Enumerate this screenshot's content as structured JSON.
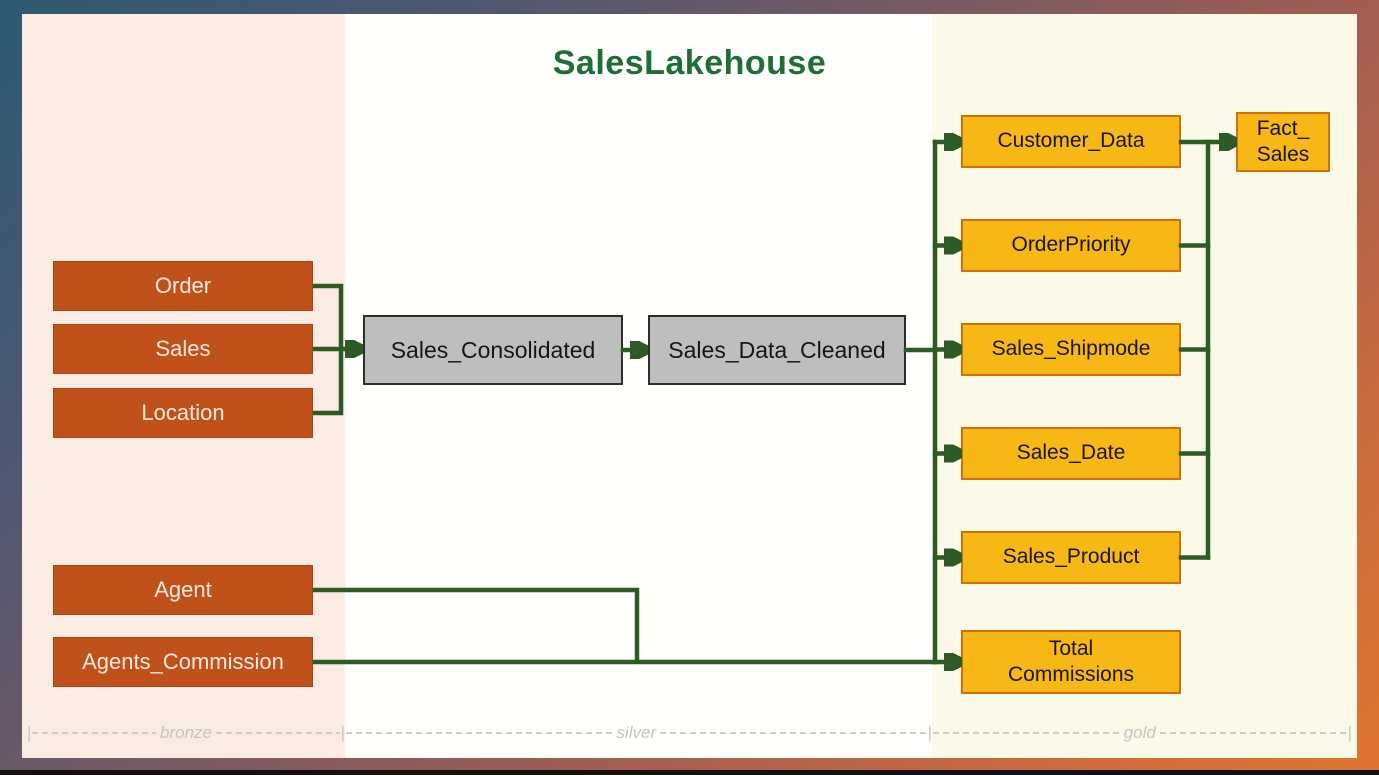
{
  "title": "SalesLakehouse",
  "layers": {
    "bronze": {
      "label": "bronze",
      "background": "#faece3",
      "box_color": "#c1511b"
    },
    "silver": {
      "label": "silver",
      "background": "#fffffb",
      "box_color": "#bcbfbe"
    },
    "gold": {
      "label": "gold",
      "background": "#fbfae8",
      "box_color": "#f7b715"
    }
  },
  "scale": {
    "pipe": "|"
  },
  "nodes": {
    "order": {
      "label": "Order",
      "layer": "bronze"
    },
    "sales": {
      "label": "Sales",
      "layer": "bronze"
    },
    "location": {
      "label": "Location",
      "layer": "bronze"
    },
    "agent": {
      "label": "Agent",
      "layer": "bronze"
    },
    "agents_commission": {
      "label": "Agents_Commission",
      "layer": "bronze"
    },
    "sales_consolidated": {
      "label": "Sales_Consolidated",
      "layer": "silver"
    },
    "sales_data_cleaned": {
      "label": "Sales_Data_Cleaned",
      "layer": "silver"
    },
    "customer_data": {
      "label": "Customer_Data",
      "layer": "gold"
    },
    "orderpriority": {
      "label": "OrderPriority",
      "layer": "gold"
    },
    "sales_shipmode": {
      "label": "Sales_Shipmode",
      "layer": "gold"
    },
    "sales_date": {
      "label": "Sales_Date",
      "layer": "gold"
    },
    "sales_product": {
      "label": "Sales_Product",
      "layer": "gold",
      "line1": "Sales_Product"
    },
    "total_commissions": {
      "label": "Total Commissions",
      "layer": "gold",
      "line1": "Total",
      "line2": "Commissions"
    },
    "fact_sales": {
      "label": "Fact_Sales",
      "layer": "gold",
      "line1": "Fact_",
      "line2": "Sales"
    }
  },
  "edges": [
    {
      "from": "Order",
      "to": "Sales_Consolidated"
    },
    {
      "from": "Sales",
      "to": "Sales_Consolidated"
    },
    {
      "from": "Location",
      "to": "Sales_Consolidated"
    },
    {
      "from": "Sales_Consolidated",
      "to": "Sales_Data_Cleaned"
    },
    {
      "from": "Sales_Data_Cleaned",
      "to": "Customer_Data"
    },
    {
      "from": "Sales_Data_Cleaned",
      "to": "OrderPriority"
    },
    {
      "from": "Sales_Data_Cleaned",
      "to": "Sales_Shipmode"
    },
    {
      "from": "Sales_Data_Cleaned",
      "to": "Sales_Date"
    },
    {
      "from": "Sales_Data_Cleaned",
      "to": "Sales_Product"
    },
    {
      "from": "Sales_Data_Cleaned",
      "to": "Total Commissions"
    },
    {
      "from": "Customer_Data",
      "to": "Fact_Sales"
    },
    {
      "from": "OrderPriority",
      "to": "Fact_Sales"
    },
    {
      "from": "Sales_Shipmode",
      "to": "Fact_Sales"
    },
    {
      "from": "Sales_Date",
      "to": "Fact_Sales"
    },
    {
      "from": "Sales_Product",
      "to": "Fact_Sales"
    },
    {
      "from": "Agent",
      "to": "Total Commissions"
    },
    {
      "from": "Agents_Commission",
      "to": "Total Commissions"
    }
  ],
  "colors": {
    "title_green": "#1e6e38",
    "arrow_green": "#2e5b25",
    "bronze_box": "#c1511b",
    "silver_box": "#bcbfbe",
    "gold_box": "#f7b715",
    "gold_box_border": "#d2700e",
    "frame_gradient": [
      "#2e5a73",
      "#7c5a62",
      "#a55e51",
      "#e0752f"
    ]
  }
}
